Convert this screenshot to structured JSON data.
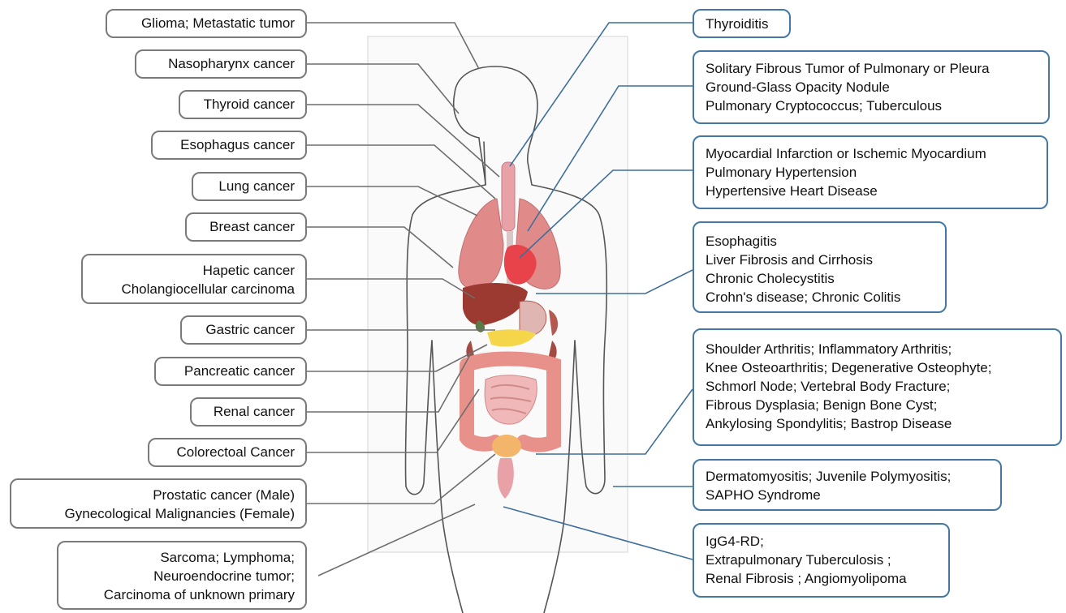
{
  "left_labels": [
    {
      "lines": [
        "Glioma; Metastatic tumor"
      ]
    },
    {
      "lines": [
        "Nasopharynx cancer"
      ]
    },
    {
      "lines": [
        "Thyroid cancer"
      ]
    },
    {
      "lines": [
        "Esophagus cancer"
      ]
    },
    {
      "lines": [
        "Lung cancer"
      ]
    },
    {
      "lines": [
        "Breast cancer"
      ]
    },
    {
      "lines": [
        "Hapetic cancer",
        "Cholangiocellular carcinoma"
      ]
    },
    {
      "lines": [
        "Gastric cancer"
      ]
    },
    {
      "lines": [
        "Pancreatic cancer"
      ]
    },
    {
      "lines": [
        "Renal cancer"
      ]
    },
    {
      "lines": [
        "Colorectoal Cancer"
      ]
    },
    {
      "lines": [
        "Prostatic cancer (Male)",
        "Gynecological Malignancies (Female)"
      ]
    },
    {
      "lines": [
        "Sarcoma; Lymphoma;",
        "Neuroendocrine tumor;",
        "Carcinoma of unknown primary"
      ]
    }
  ],
  "right_labels": [
    {
      "lines": [
        "Thyroiditis"
      ]
    },
    {
      "lines": [
        "Solitary Fibrous Tumor of Pulmonary or Pleura",
        "Ground-Glass Opacity Nodule",
        "Pulmonary Cryptococcus; Tuberculous"
      ]
    },
    {
      "lines": [
        "Myocardial Infarction or Ischemic Myocardium",
        "Pulmonary Hypertension",
        "Hypertensive Heart Disease"
      ]
    },
    {
      "lines": [
        "Esophagitis",
        "Liver Fibrosis and Cirrhosis",
        "Chronic Cholecystitis",
        "Crohn's disease; Chronic Colitis"
      ]
    },
    {
      "lines": [
        "Shoulder Arthritis; Inflammatory Arthritis;",
        "Knee Osteoarthritis; Degenerative Osteophyte;",
        "Schmorl Node; Vertebral Body Fracture;",
        "Fibrous Dysplasia; Benign Bone Cyst;",
        "Ankylosing Spondylitis; Bastrop Disease"
      ]
    },
    {
      "lines": [
        "Dermatomyositis; Juvenile Polymyositis;",
        "SAPHO Syndrome"
      ]
    },
    {
      "lines": [
        "IgG4-RD;",
        "Extrapulmonary Tuberculosis ;",
        "Renal Fibrosis ; Angiomyolipoma"
      ]
    }
  ],
  "colors": {
    "left_border": "#7a7a7a",
    "right_border": "#4478a3",
    "left_leader": "#6e6e6e",
    "right_leader": "#3f6f9a",
    "lung": "#e08a8a",
    "liver": "#9c3a32",
    "heart": "#e8424a",
    "stomach": "#b5584f",
    "intestine": "#e8908a",
    "pancreas": "#f5d54a",
    "bladder": "#f3b56a",
    "trachea": "#e9a1a8"
  }
}
